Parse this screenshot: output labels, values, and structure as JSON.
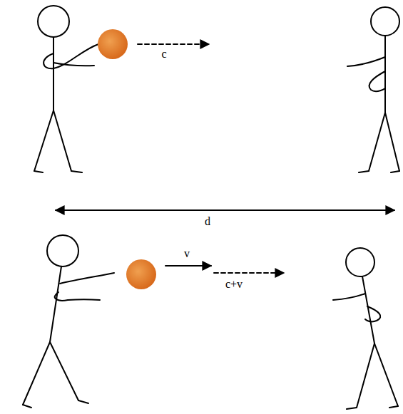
{
  "diagram": {
    "labels": [
      "c",
      "d",
      "v",
      "c+v"
    ]
  }
}
